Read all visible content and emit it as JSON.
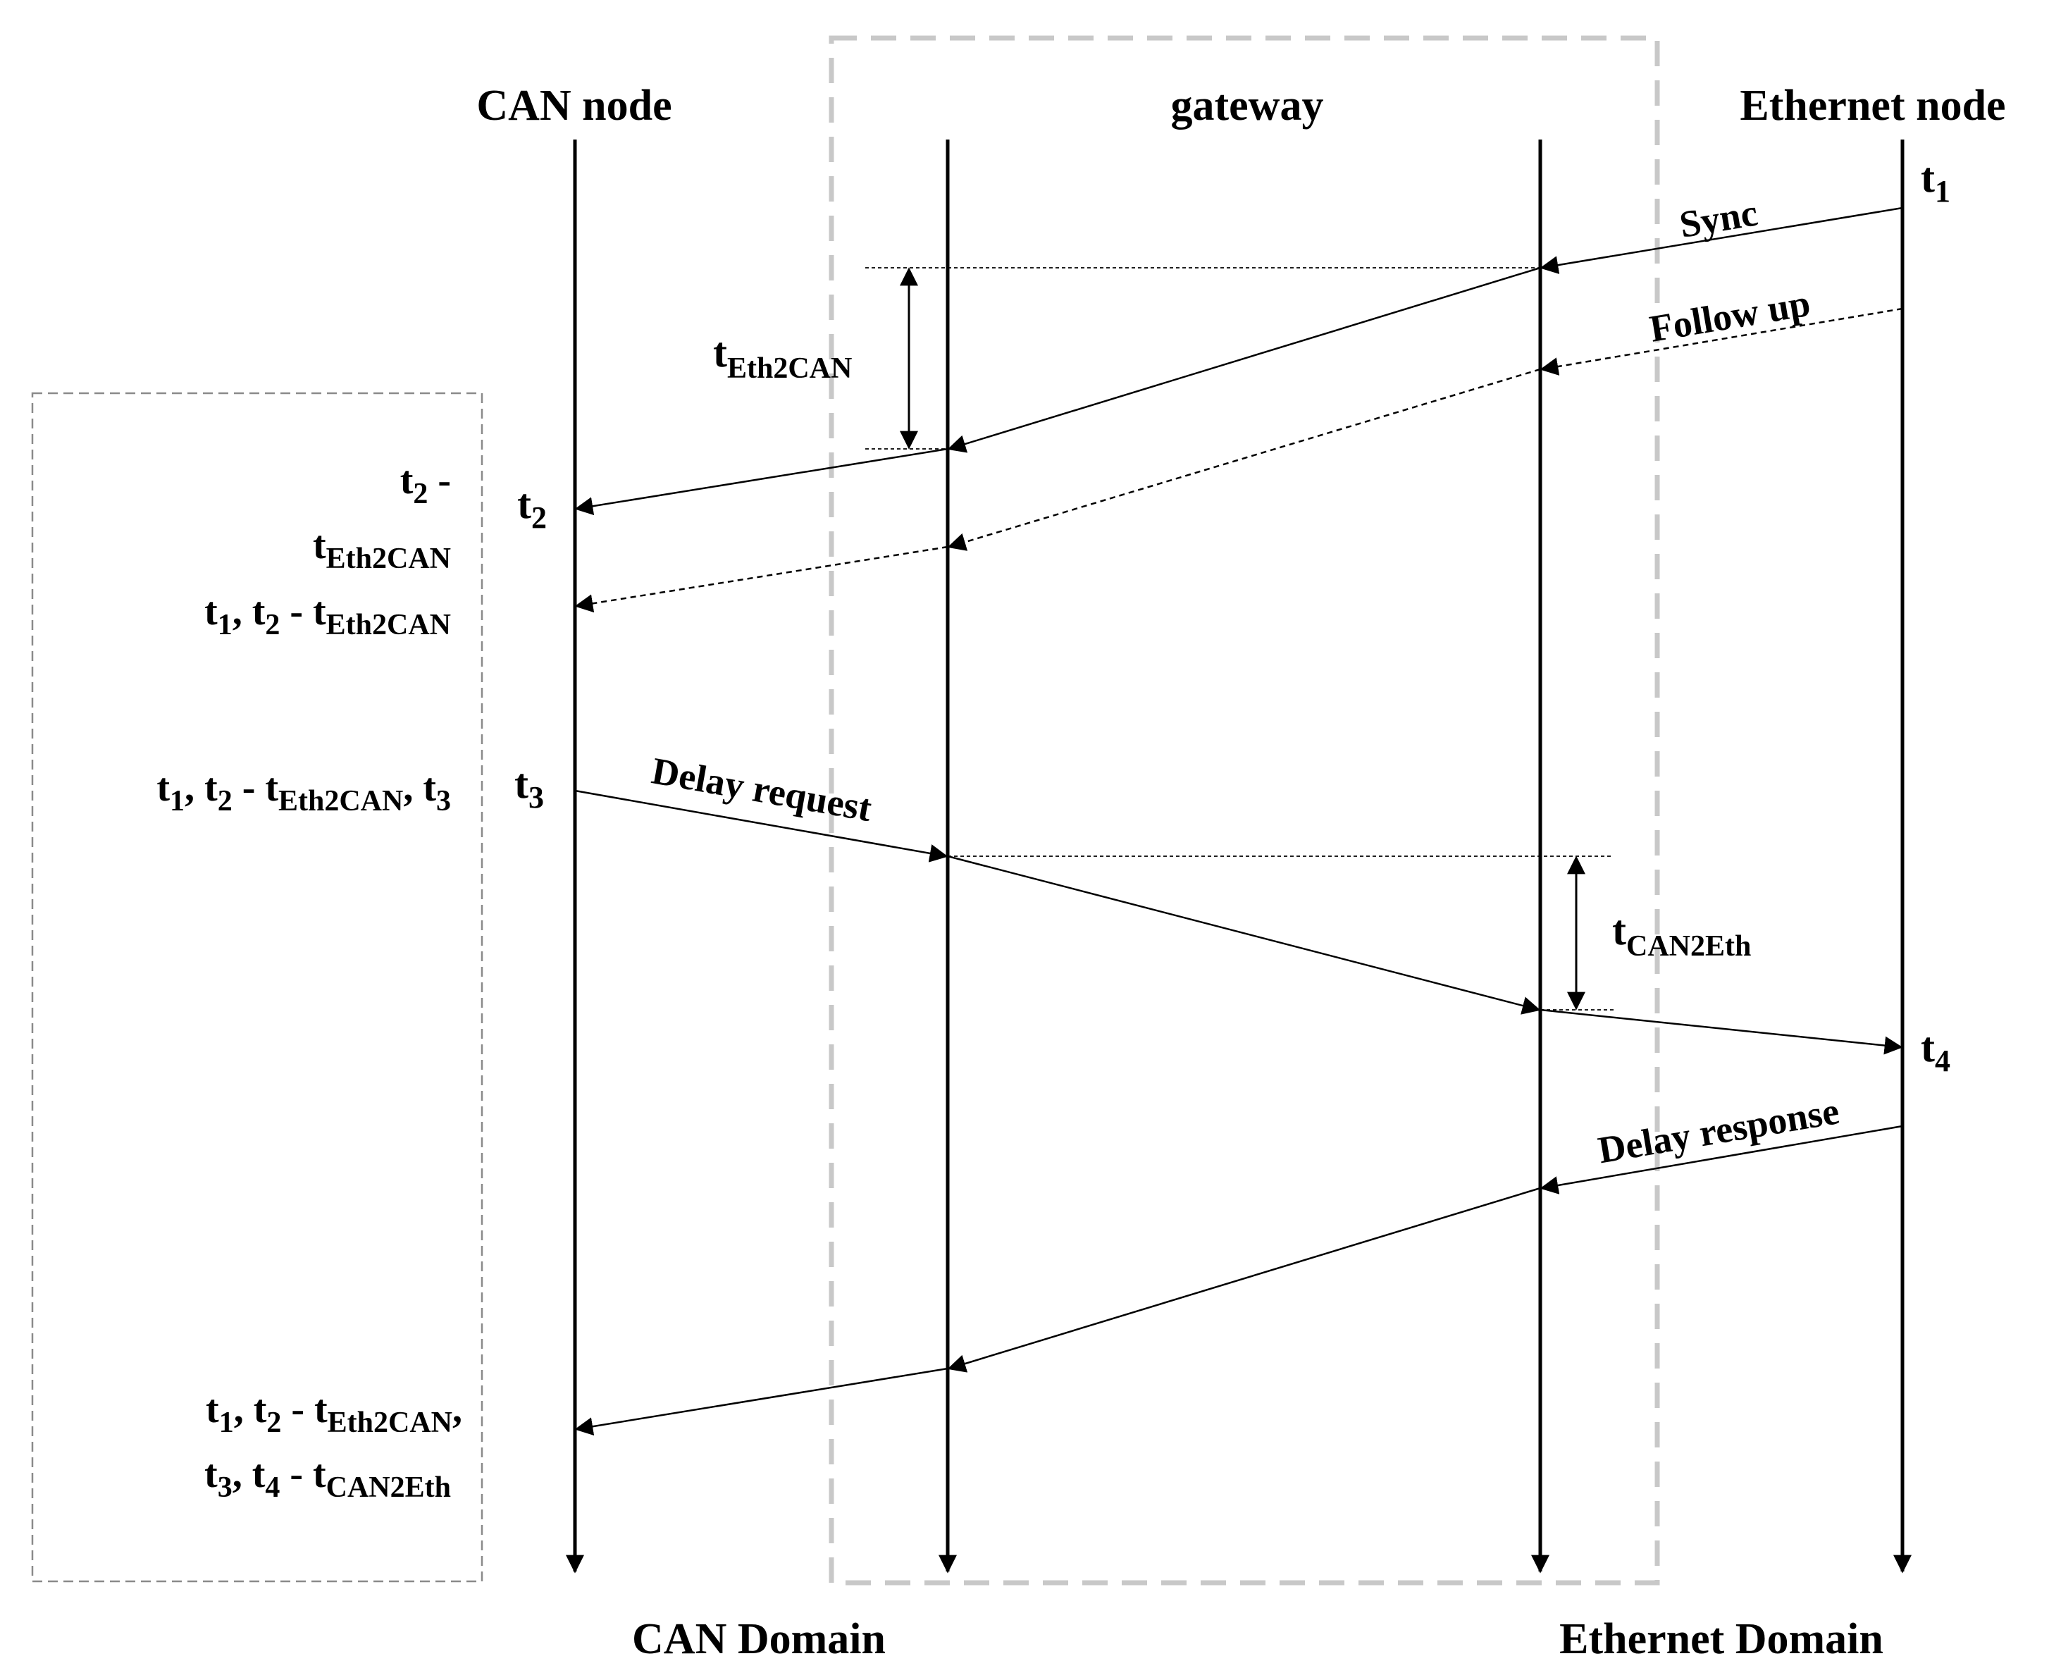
{
  "headers": {
    "can_node": "CAN node",
    "gateway": "gateway",
    "ethernet_node": "Ethernet node"
  },
  "footers": {
    "can_domain": "CAN Domain",
    "ethernet_domain": "Ethernet Domain"
  },
  "timestamps": {
    "t1": {
      "base": "t",
      "sub": "1"
    },
    "t2": {
      "base": "t",
      "sub": "2"
    },
    "t3": {
      "base": "t",
      "sub": "3"
    },
    "t4": {
      "base": "t",
      "sub": "4"
    }
  },
  "messages": {
    "sync": "Sync",
    "follow_up": "Follow up",
    "delay_request": "Delay request",
    "delay_response": "Delay response"
  },
  "delays": {
    "eth2can": {
      "base": "t",
      "sub": "Eth2CAN"
    },
    "can2eth": {
      "base": "t",
      "sub": "CAN2Eth"
    }
  },
  "annotations": {
    "a1_line1": {
      "t": "t",
      "s": "2",
      "rest": " -"
    },
    "a1_line2": {
      "t": "t",
      "s": "Eth2CAN"
    },
    "a2": {
      "p1": "t",
      "s1": "1",
      "p2": ", t",
      "s2": "2",
      "p3": " - t",
      "s3": "Eth2CAN"
    },
    "a3": {
      "p1": "t",
      "s1": "1",
      "p2": ", t",
      "s2": "2",
      "p3": " - t",
      "s3": "Eth2CAN",
      "p4": ", t",
      "s4": "3"
    },
    "a4_line1": {
      "p1": "t",
      "s1": "1",
      "p2": ", t",
      "s2": "2",
      "p3": " - t",
      "s3": "Eth2CAN",
      "p4": ","
    },
    "a4_line2": {
      "p1": "t",
      "s1": "3",
      "p2": ", t",
      "s2": "4",
      "p3": " - t",
      "s3": "CAN2Eth"
    }
  },
  "colors": {
    "line": "#000000",
    "gateway_box": "#c8c8c8",
    "side_box": "#8a8a8a"
  }
}
